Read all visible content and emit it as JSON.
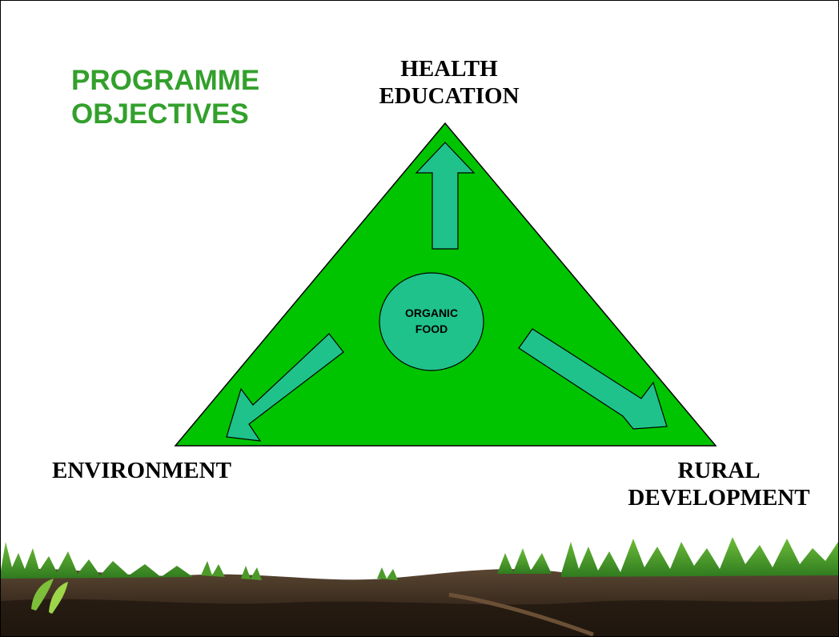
{
  "title": {
    "line1": "PROGRAMME",
    "line2": "OBJECTIVES"
  },
  "diagram": {
    "top_label": {
      "line1": "HEALTH",
      "line2": "EDUCATION"
    },
    "left_label": "ENVIRONMENT",
    "right_label": {
      "line1": "RURAL",
      "line2": "DEVELOPMENT"
    },
    "center_label": {
      "line1": "ORGANIC",
      "line2": "FOOD"
    }
  },
  "colors": {
    "title": "#33a02c",
    "triangle": "#00c400",
    "arrow": "#1fc28a",
    "circle": "#1fc28a"
  }
}
